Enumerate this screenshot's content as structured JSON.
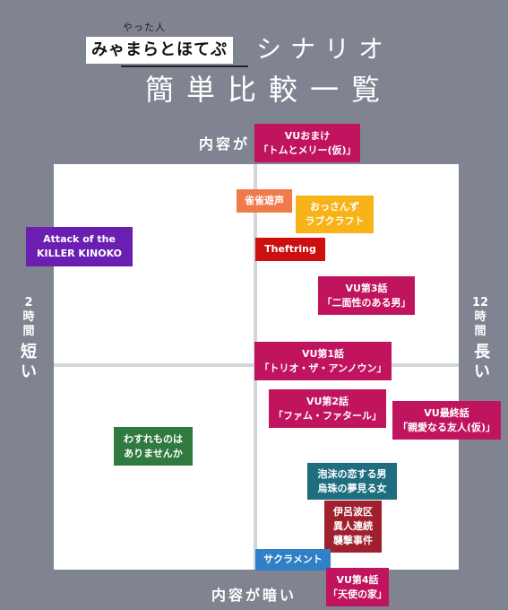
{
  "header": {
    "ruby": "やった人",
    "name": "みゃまらとほてぷ",
    "scenario": "シナリオ",
    "main": "簡単比較一覧"
  },
  "axes": {
    "top": "内容が",
    "bottom": "内容が暗い",
    "left_sub": [
      "2",
      "時",
      "間"
    ],
    "left_main": [
      "短",
      "い"
    ],
    "right_sub": [
      "12",
      "時",
      "間"
    ],
    "right_main": [
      "長",
      "い"
    ]
  },
  "scenarios": [
    {
      "id": "vu-omake",
      "lines": [
        "VUおまけ",
        "「トムとメリー(仮)」"
      ],
      "color": "#c0155e"
    },
    {
      "id": "jakujan-yuen",
      "lines": [
        "雀雀遊声"
      ],
      "color": "#f07a4a"
    },
    {
      "id": "ossanzu",
      "lines": [
        "おっさんず",
        "ラブクラフト"
      ],
      "color": "#f7b318"
    },
    {
      "id": "attack-kinoko",
      "lines": [
        "Attack of the",
        "KILLER KINOKO"
      ],
      "color": "#6b1fb2"
    },
    {
      "id": "theftring",
      "lines": [
        "Theftring"
      ],
      "color": "#cc1010"
    },
    {
      "id": "vu-3",
      "lines": [
        "VU第3話",
        "「二面性のある男」"
      ],
      "color": "#c0155e"
    },
    {
      "id": "vu-1",
      "lines": [
        "VU第1話",
        "「トリオ・ザ・アンノウン」"
      ],
      "color": "#c0155e"
    },
    {
      "id": "vu-2",
      "lines": [
        "VU第2話",
        "「ファム・ファタール」"
      ],
      "color": "#c0155e"
    },
    {
      "id": "vu-final",
      "lines": [
        "VU最終話",
        "「親愛なる友人(仮)」"
      ],
      "color": "#c0155e"
    },
    {
      "id": "wasuremono",
      "lines": [
        "わすれものは",
        "ありませんか"
      ],
      "color": "#2f7a3e"
    },
    {
      "id": "houmatsu",
      "lines": [
        "泡沫の恋する男",
        "烏珠の夢見る女"
      ],
      "color": "#1f6e80"
    },
    {
      "id": "irohaku",
      "lines": [
        "伊呂波区",
        "異人連続",
        "襲撃事件"
      ],
      "color": "#a0202e"
    },
    {
      "id": "sacrament",
      "lines": [
        "サクラメント"
      ],
      "color": "#2f80c6"
    },
    {
      "id": "vu-4",
      "lines": [
        "VU第4話",
        "「天使の家」"
      ],
      "color": "#c0155e"
    }
  ]
}
